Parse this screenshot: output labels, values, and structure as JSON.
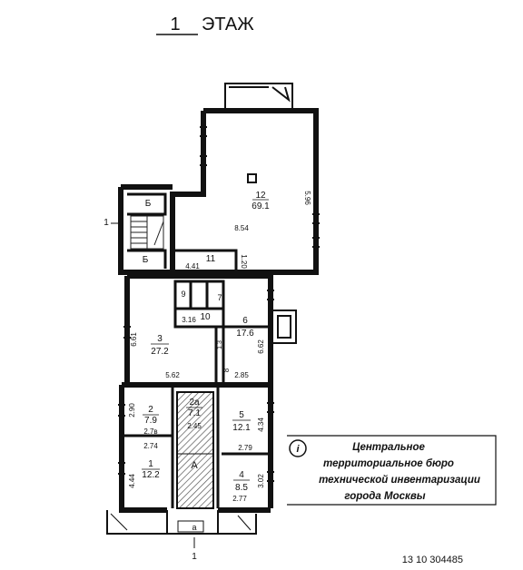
{
  "header": {
    "floor_number": "1",
    "floor_word": "ЭТАЖ"
  },
  "rooms": {
    "r12": {
      "number": "12",
      "area": "69.1"
    },
    "r3": {
      "number": "3",
      "area": "27.2"
    },
    "r6": {
      "number": "6",
      "area": "17.6"
    },
    "r2": {
      "number": "2",
      "area": "7.9"
    },
    "r2a": {
      "number": "2а",
      "area": "7.1"
    },
    "r5": {
      "number": "5",
      "area": "12.1"
    },
    "r1": {
      "number": "1",
      "area": "12.2"
    },
    "r4": {
      "number": "4",
      "area": "8.5"
    },
    "r10": {
      "number": "10"
    },
    "r11": {
      "number": "11"
    },
    "r9": {
      "number": "9"
    },
    "r8": {
      "number": "8"
    },
    "r7": {
      "number": "7"
    },
    "stairB1": {
      "letter": "Б"
    },
    "stairB2": {
      "letter": "Б"
    },
    "stairA": {
      "letter": "А"
    },
    "entry_a": {
      "letter": "а"
    }
  },
  "dimensions": {
    "d_5_96": "5.96",
    "d_8_54": "8.54",
    "d_4_41": "4.41",
    "d_1_20": "1.20",
    "d_3_16": "3.16",
    "d_6_61": "6.61",
    "d_6_62": "6.62",
    "d_5_62": "5.62",
    "d_2_85": "2.85",
    "d_1_3": "1.3",
    "d_2_90": "2.90",
    "d_2_78": "2.7в",
    "d_2_45": "2.45",
    "d_2_74": "2.74",
    "d_4_34": "4.34",
    "d_2_79": "2.79",
    "d_4_44": "4.44",
    "d_3_02": "3.02",
    "d_2_77": "2.77"
  },
  "section_marks": {
    "left": "1",
    "bottom": "1"
  },
  "stamp": {
    "emblem": "i",
    "line1": "Центральное",
    "line2": "территориальное бюро",
    "line3": "технической инвентаризации",
    "line4": "города Москвы"
  },
  "doc_number": "13 10 304485"
}
